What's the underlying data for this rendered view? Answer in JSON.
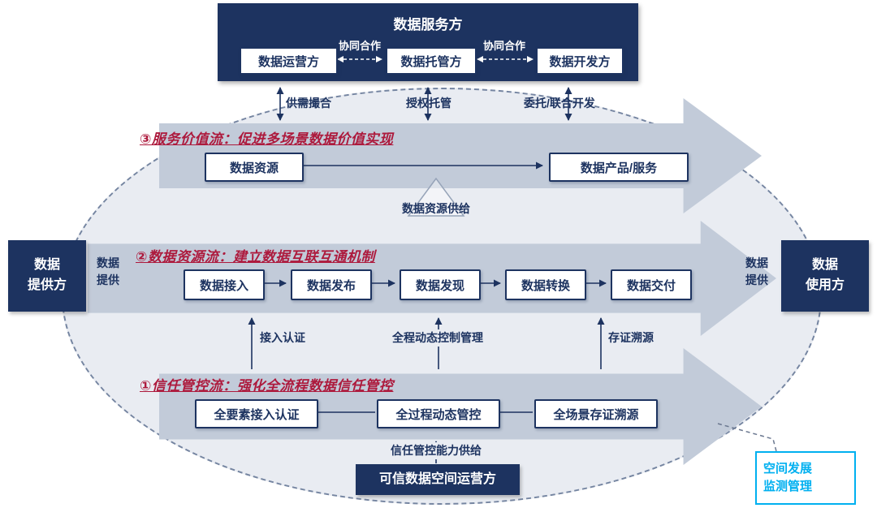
{
  "colors": {
    "navy": "#1d3360",
    "crimson": "#ad1a3d",
    "cyan": "#00b0f0",
    "band_gray": "#c2cbd9",
    "ellipse_fill": "#e9ecf2"
  },
  "header": {
    "title": "数据服务方",
    "operator": "数据运营方",
    "custodian": "数据托管方",
    "developer": "数据开发方",
    "collab": "协同合作"
  },
  "top_links": {
    "matchmaking": "供需撮合",
    "authorized_hosting": "授权托管",
    "joint_dev": "委托/联合开发"
  },
  "flows": {
    "service_value": {
      "title": "③服务价值流：促进多场景数据价值实现",
      "resource": "数据资源",
      "product": "数据产品/服务"
    },
    "data_resource": {
      "title": "②数据资源流：建立数据互联互通机制",
      "steps": [
        "数据接入",
        "数据发布",
        "数据发现",
        "数据转换",
        "数据交付"
      ]
    },
    "trust_control": {
      "title": "①信任管控流：强化全流程数据信任管控",
      "steps": [
        "全要素接入认证",
        "全过程动态管控",
        "全场景存证溯源"
      ]
    }
  },
  "labels": {
    "resource_supply": "数据资源供给",
    "access_auth": "接入认证",
    "dynamic_mgmt": "全程动态控制管理",
    "evidence": "存证溯源",
    "trust_supply": "信任管控能力供给"
  },
  "provider": {
    "box_line1": "数据",
    "box_line2": "提供方",
    "flow_line1": "数据",
    "flow_line2": "提供"
  },
  "consumer": {
    "box_line1": "数据",
    "box_line2": "使用方",
    "flow_line1": "数据",
    "flow_line2": "提供"
  },
  "operator_box": "可信数据空间运营方",
  "corner": {
    "line1": "空间发展",
    "line2": "监测管理"
  }
}
